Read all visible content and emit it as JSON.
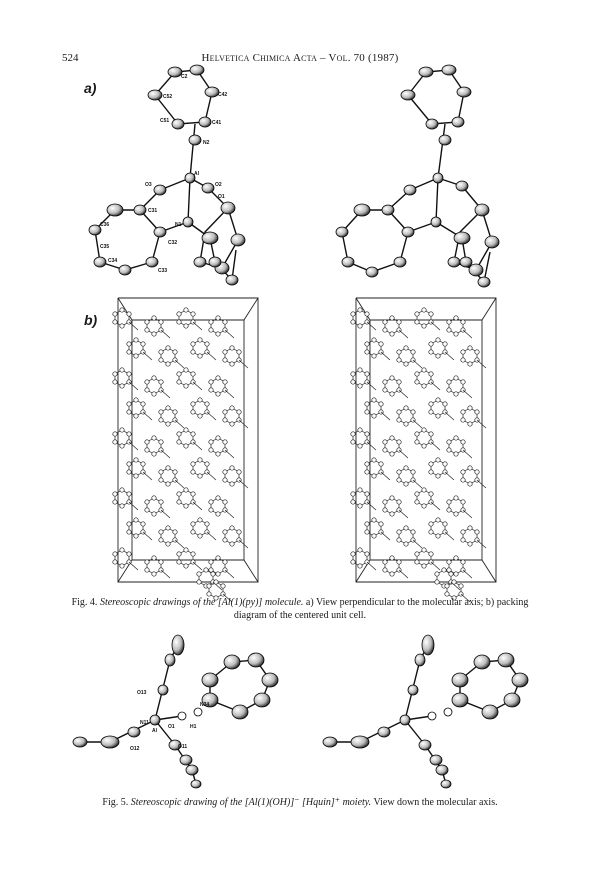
{
  "header": {
    "page_number": "524",
    "running_title": "Helvetica Chimica Acta – Vol. 70 (1987)"
  },
  "figure4": {
    "panel_a_label": "a)",
    "panel_b_label": "b)",
    "atom_labels": [
      "C2",
      "C52",
      "C42",
      "C51",
      "C41",
      "N2",
      "Al",
      "O3",
      "O2",
      "O1",
      "C31",
      "N1",
      "C36",
      "C35",
      "C32",
      "C34",
      "C33"
    ],
    "caption_prefix": "Fig. 4.",
    "caption_title": "Stereoscopic drawings of the [Al(1)(py)] molecule.",
    "caption_text": "a) View perpendicular to the molecular axis; b) packing diagram of the centered unit cell."
  },
  "figure5": {
    "atom_labels": [
      "O13",
      "N34",
      "N11",
      "H1",
      "O1",
      "Al",
      "O12",
      "O11"
    ],
    "caption_prefix": "Fig. 5.",
    "caption_title": "Stereoscopic drawing of the [Al(1)(OH)]⁻ [Hquin]⁺ moiety.",
    "caption_text": "View down the molecular axis."
  }
}
